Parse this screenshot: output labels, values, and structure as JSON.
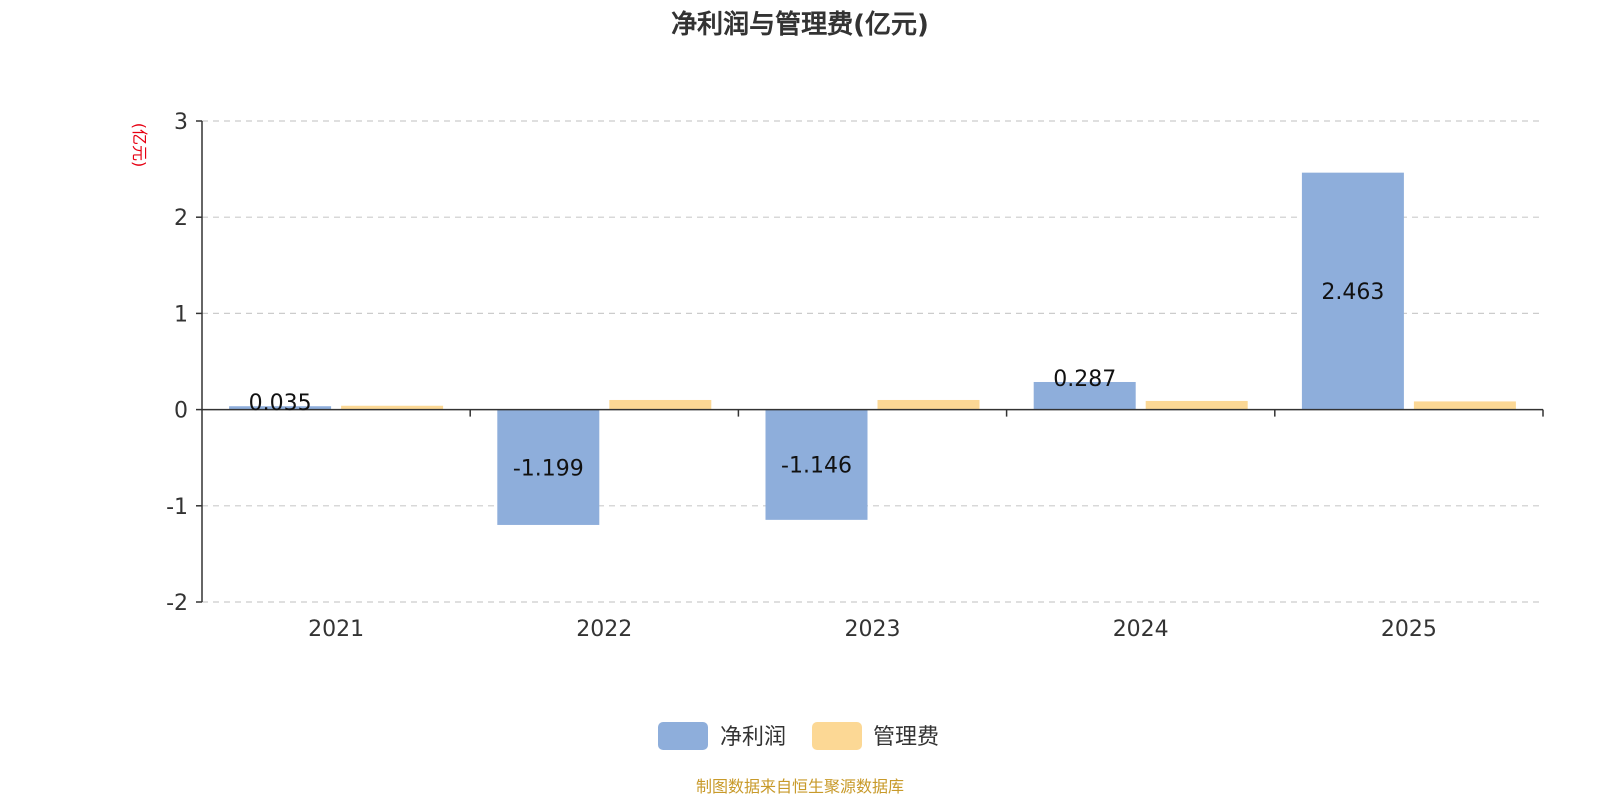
{
  "title": "净利润与管理费(亿元)",
  "unit_label": "(亿元)",
  "source": "制图数据来自恒生聚源数据库",
  "colors": {
    "net_profit": "#8eaedb",
    "admin_fee": "#fcd895",
    "axis": "#333333",
    "grid": "#cccccc",
    "unit": "#e60012",
    "source": "#c89a2a"
  },
  "chart_data": {
    "type": "bar",
    "title": "净利润与管理费(亿元)",
    "ylabel": "(亿元)",
    "categories": [
      "2021",
      "2022",
      "2023",
      "2024",
      "2025"
    ],
    "ylim": [
      -2,
      3
    ],
    "yticks": [
      3,
      2,
      1,
      0,
      -1,
      -2
    ],
    "grid": true,
    "legend_position": "bottom-center",
    "series": [
      {
        "name": "净利润",
        "color": "#8eaedb",
        "values": [
          0.035,
          -1.199,
          -1.146,
          0.287,
          2.463
        ],
        "labels": [
          "0.035",
          "-1.199",
          "-1.146",
          "0.287",
          "2.463"
        ]
      },
      {
        "name": "管理费",
        "color": "#fcd895",
        "values": [
          0.04,
          0.1,
          0.1,
          0.09,
          0.085
        ]
      }
    ]
  }
}
